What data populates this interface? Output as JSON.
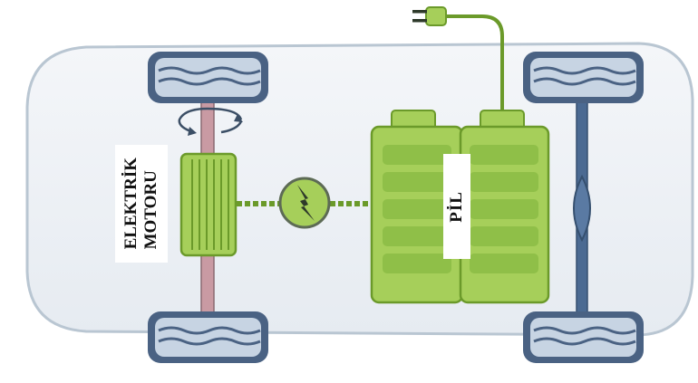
{
  "diagram": {
    "motor_label_line1": "ELEKTRİK",
    "motor_label_line2": "MOTORU",
    "battery_label": "PİL",
    "icons": [
      "car-body",
      "wheel",
      "electric-motor",
      "rotation-arrow-icon",
      "lightning-bolt-icon",
      "battery-pack",
      "power-plug-icon",
      "charging-cable",
      "rear-axle"
    ],
    "colors": {
      "car_body": "#eef2f6",
      "car_outline": "#b9c6d2",
      "wheel": "#4a6283",
      "wheel_light": "#c7d4e3",
      "green": "#a6cf5a",
      "green_dark": "#6b9a2a",
      "axle_front": "#c99aa3",
      "axle_rear": "#4b6a92"
    }
  }
}
